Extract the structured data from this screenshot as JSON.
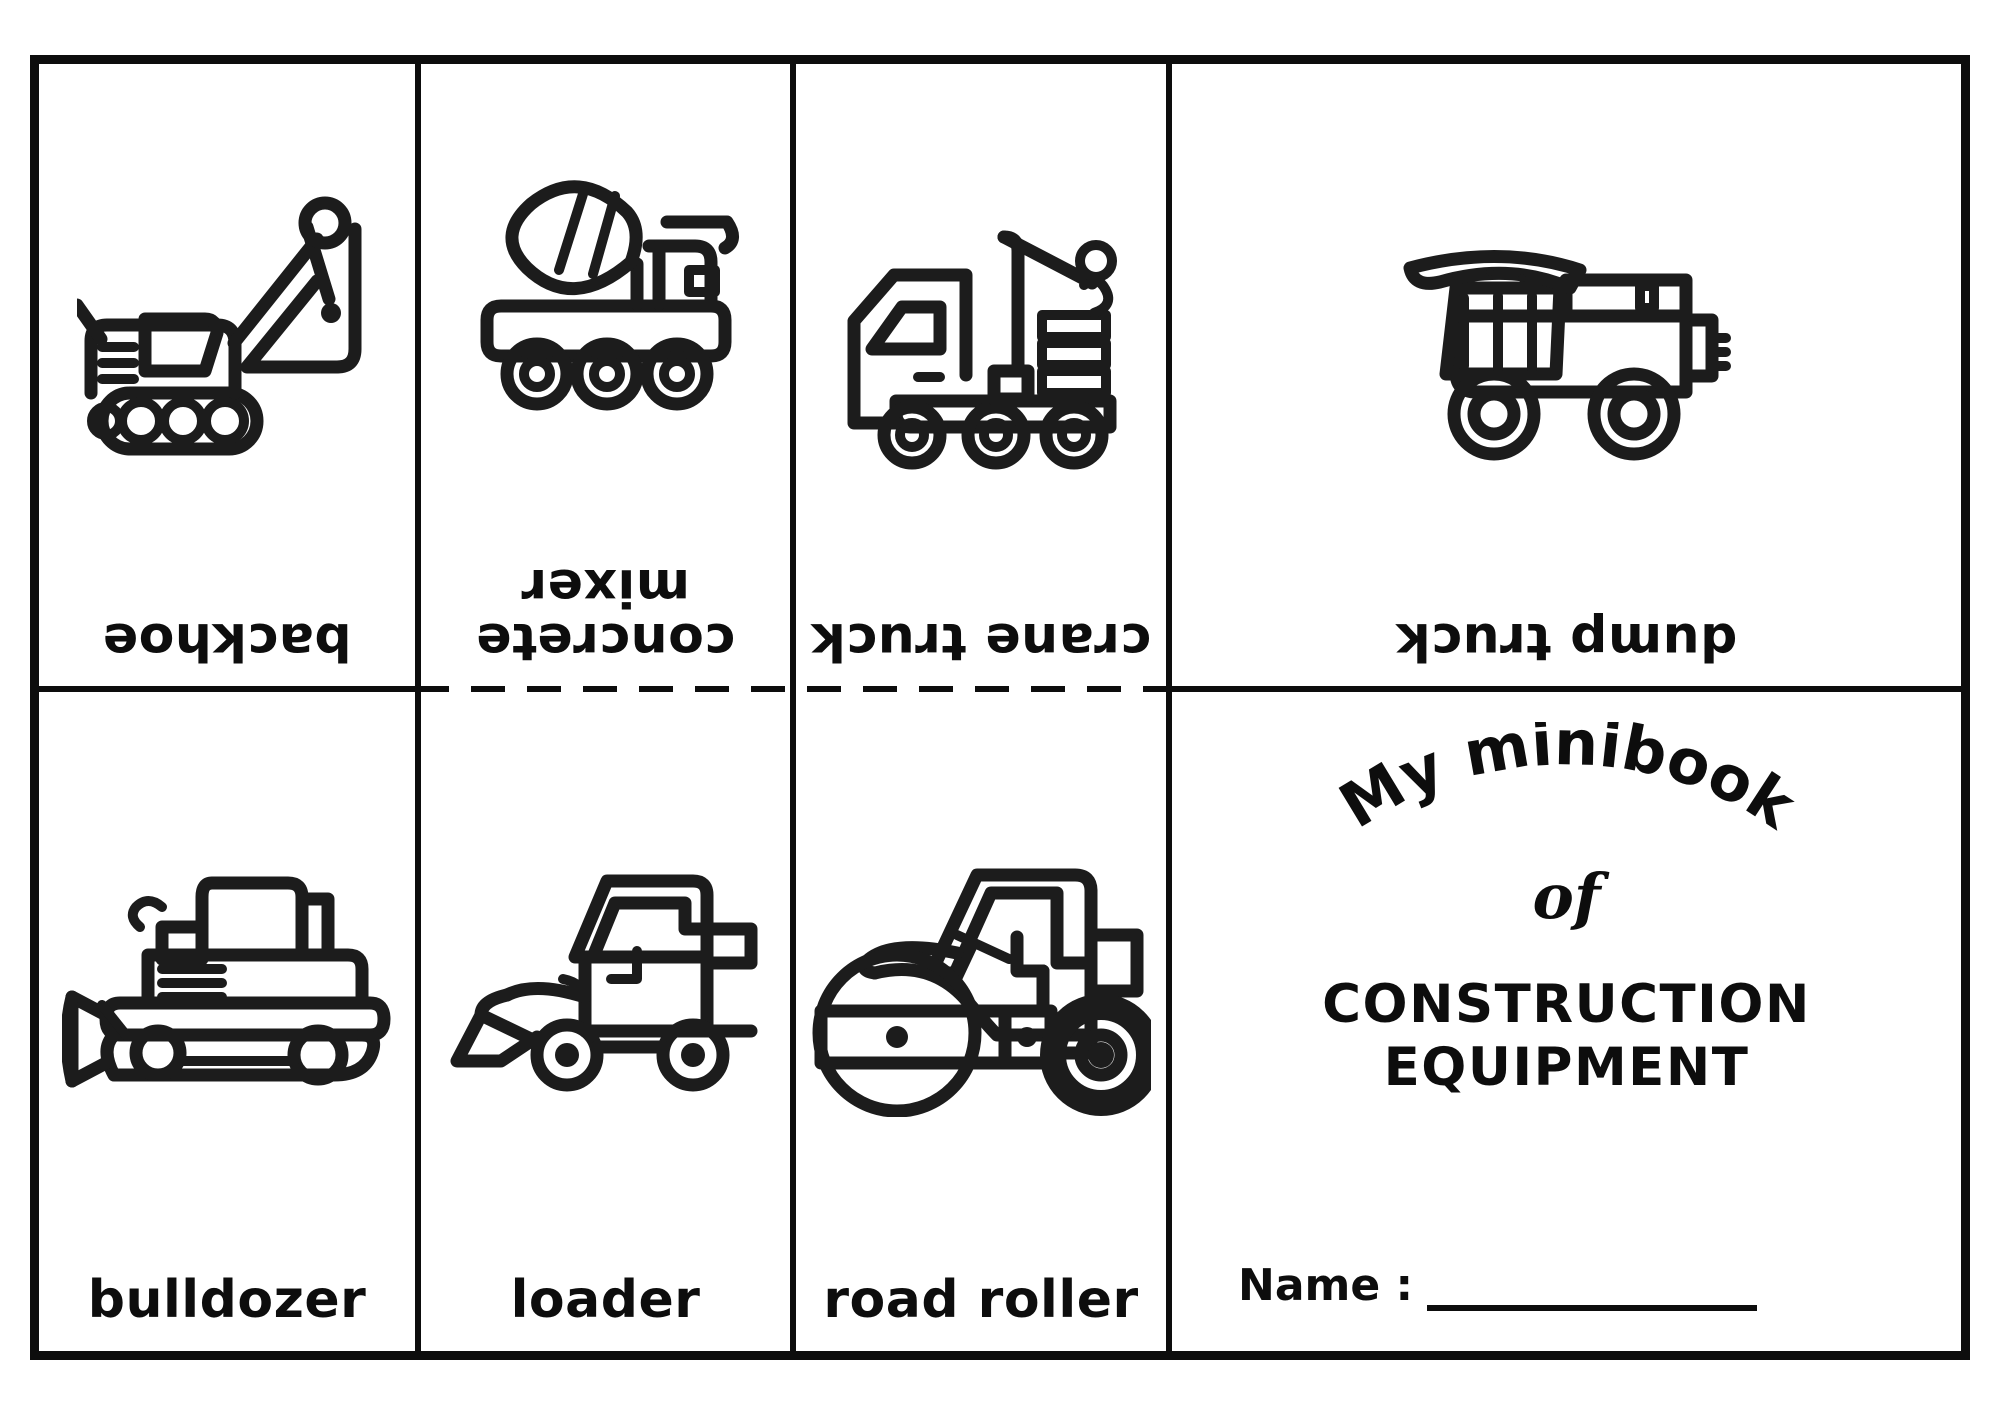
{
  "document": {
    "kind": "printable-minibook-worksheet",
    "theme": "Construction Equipment",
    "ink_color": "#0d0d0d",
    "paper_color": "#ffffff"
  },
  "grid": {
    "columns": 4,
    "rows": 2,
    "cut_line": "dashed",
    "fold_line": "solid"
  },
  "panels": {
    "top": [
      {
        "label": "backhoe",
        "icon": "backhoe-icon",
        "orientation": "upside-down"
      },
      {
        "label": "concrete\nmixer",
        "icon": "concrete-mixer-icon",
        "orientation": "upside-down"
      },
      {
        "label": "crane truck",
        "icon": "crane-truck-icon",
        "orientation": "upside-down"
      },
      {
        "label": "dump truck",
        "icon": "dump-truck-icon",
        "orientation": "upside-down"
      }
    ],
    "bottom": [
      {
        "label": "bulldozer",
        "icon": "bulldozer-icon",
        "orientation": "upright"
      },
      {
        "label": "loader",
        "icon": "loader-icon",
        "orientation": "upright"
      },
      {
        "label": "road roller",
        "icon": "road-roller-icon",
        "orientation": "upright"
      }
    ]
  },
  "cover": {
    "arch_text": "My minibook",
    "of_text": "of",
    "title_line1": "CONSTRUCTION",
    "title_line2": "EQUIPMENT",
    "name_label": "Name :",
    "name_value": ""
  }
}
